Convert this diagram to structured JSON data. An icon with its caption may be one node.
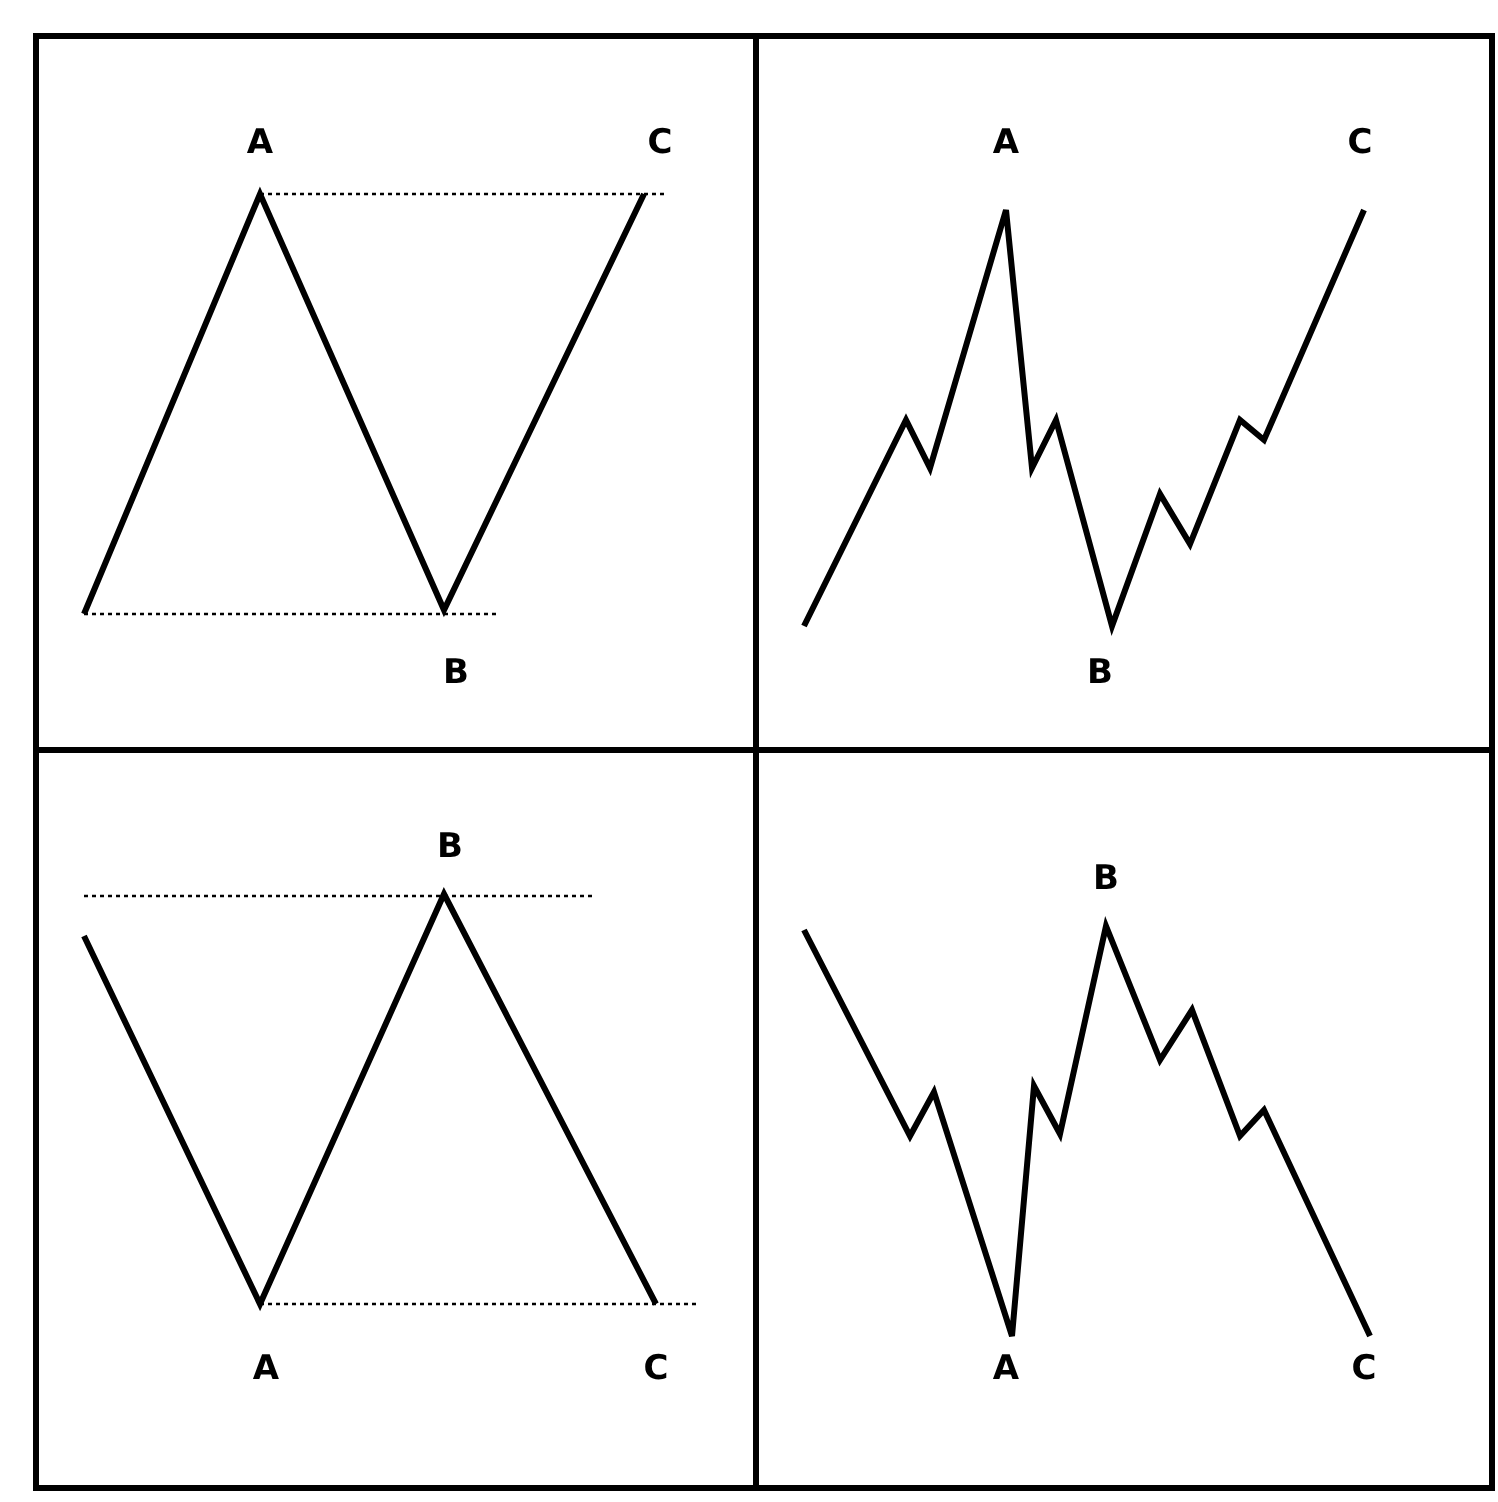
{
  "diagram": {
    "labels": [
      "A",
      "C",
      "B",
      "A",
      "C",
      "B",
      "B",
      "A",
      "C",
      "B",
      "A",
      "C"
    ]
  }
}
